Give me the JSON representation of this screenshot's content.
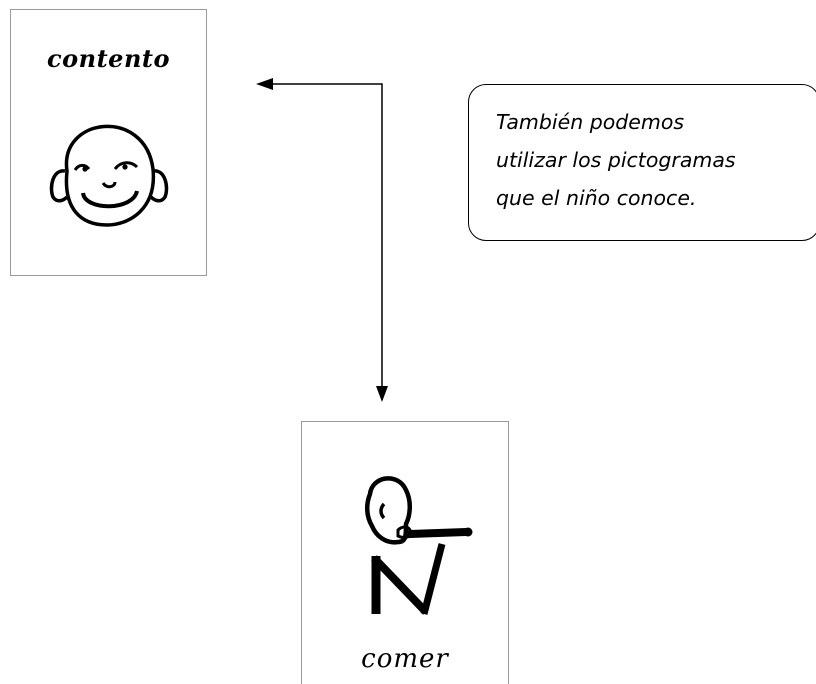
{
  "cards": {
    "contento": {
      "word": "contento",
      "icon": "happy-face-icon"
    },
    "comer": {
      "word": "comer",
      "icon": "person-eating-icon"
    }
  },
  "callout": {
    "lines": [
      "También podemos",
      "utilizar los pictogramas",
      "que el niño conoce."
    ]
  },
  "connector": {
    "icon": "double-arrow-connector"
  },
  "colors": {
    "ink": "#000000",
    "card_border": "#9a9a9a",
    "background": "#ffffff"
  }
}
